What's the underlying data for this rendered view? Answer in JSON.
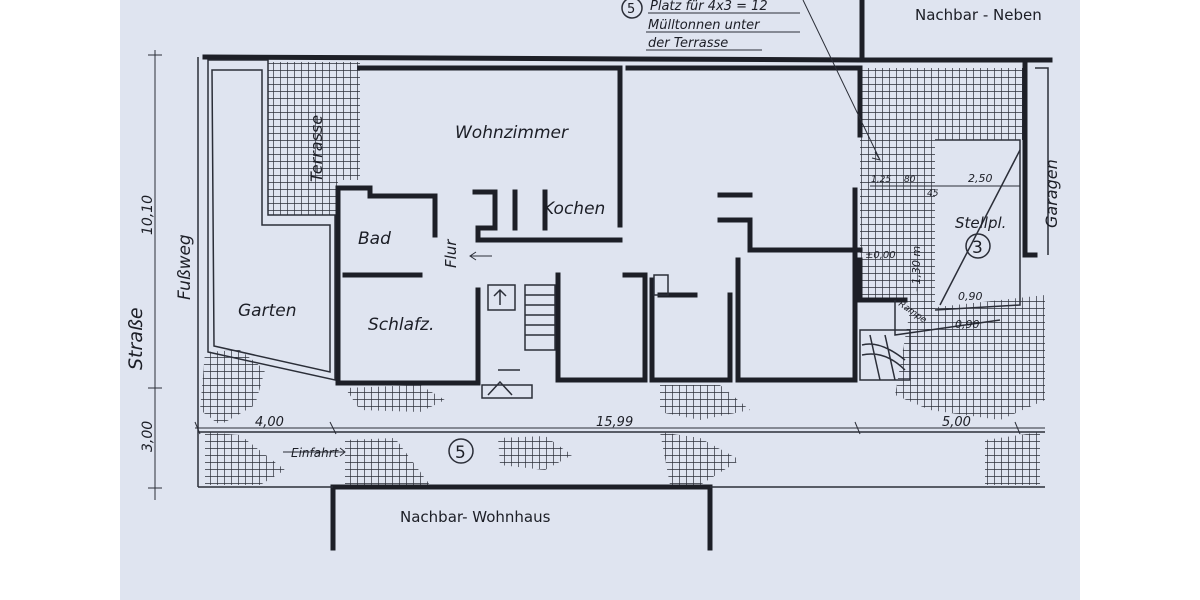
{
  "rooms": {
    "wohnzimmer": "Wohnzimmer",
    "kochen": "Kochen",
    "bad": "Bad",
    "flur": "Flur",
    "schlafz": "Schlafz.",
    "garten": "Garten",
    "terrasse": "Terrasse",
    "stellpl": "Stellpl.",
    "garagen": "Garagen"
  },
  "surroundings": {
    "strasse": "Straße",
    "fussweg": "Fußweg",
    "einfahrt": "Einfahrt",
    "nachbar_neben": "Nachbar - Neben",
    "nachbar_wohnhaus": "Nachbar- Wohnhaus"
  },
  "note": {
    "circle": "5",
    "line1": "Platz für 4x3 = 12",
    "line2": "Mülltonnen unter",
    "line3": "der Terrasse"
  },
  "markers": {
    "driveway": "5",
    "parking": "3"
  },
  "dimensions": {
    "total_depth": "10,10",
    "road_width": "3,00",
    "left_width": "4,00",
    "house_length": "15,99",
    "right_width": "5,00",
    "d125": "1,25",
    "d80": "80",
    "d45": "45",
    "d250": "2,50",
    "level": "±0,00",
    "step": "- 1,30 m",
    "d090a": "0,90",
    "d090b": "0,90",
    "rampe": "Rampe"
  }
}
